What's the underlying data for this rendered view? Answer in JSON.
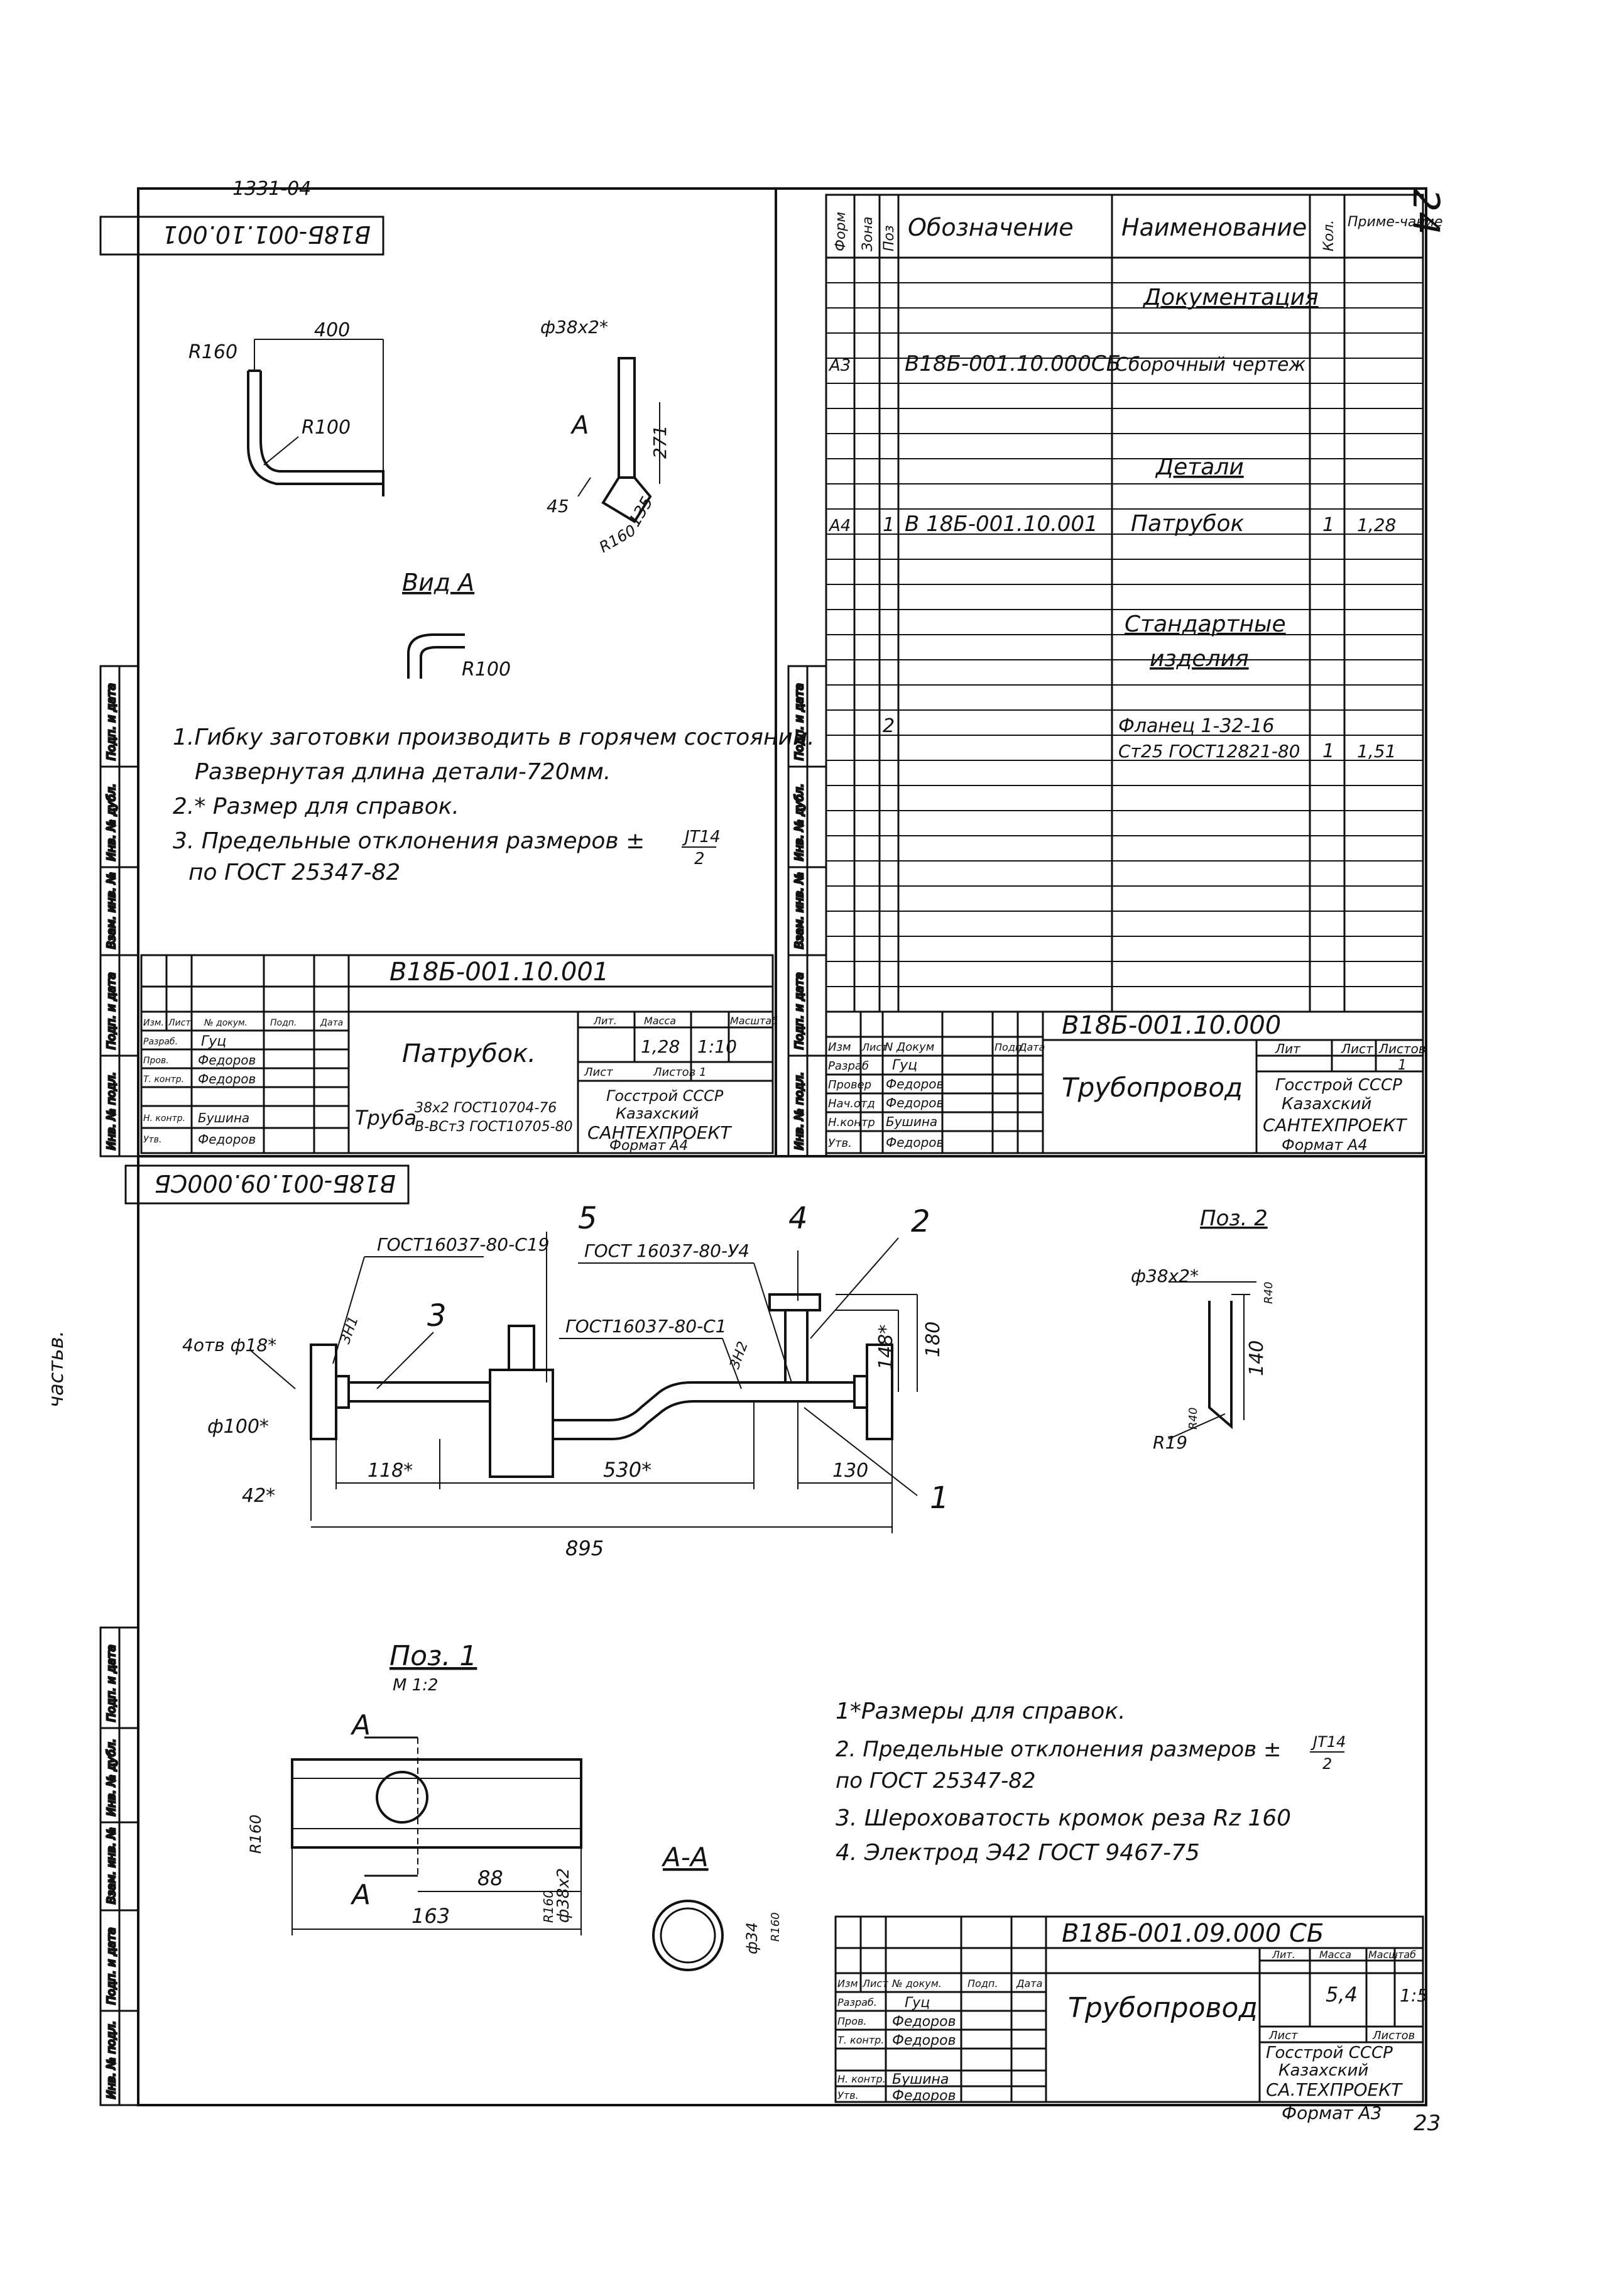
{
  "page_marks": {
    "top_right": "24",
    "bottom_right": "23",
    "left_margin": "частьв."
  },
  "drawing1": {
    "code_rotated": "В18Б-001.10.001",
    "top_code": "1331-04",
    "dims": {
      "d400": "400",
      "r160_top": "R160",
      "r100": "R100",
      "pipe_d": "ф38х2*",
      "h271": "271",
      "h135": "135",
      "a45": "45",
      "r160_b": "R160",
      "view_a_label": "А"
    },
    "view_a_title": "Вид А",
    "view_a_r100": "R100",
    "notes": [
      "1.Гибку заготовки производить в горячем состоянии.",
      "Развернутая длина детали-720мм.",
      "2.* Размер для справок.",
      "3. Предельные отклонения размеров ±",
      "по ГОСТ 25347-82"
    ],
    "tol_num": "JT14",
    "tol_den": "2",
    "title_block": {
      "designation": "В18Б-001.10.001",
      "name": "Патрубок.",
      "material_1": "Труба",
      "material_2": "38х2 ГОСТ10704-76",
      "material_3": "В-ВСт3 ГОСТ10705-80",
      "org1": "Госстрой СССР",
      "org2": "Казахский",
      "org3": "САНТЕХПРОЕКТ",
      "lit_h": "Лит.",
      "mass_h": "Масса",
      "scale_h": "Масштаб",
      "mass": "1,28",
      "scale": "1:10",
      "sheet_h": "Лист",
      "sheets_h": "Листов 1",
      "rows": [
        [
          "Изм.",
          "Лист",
          "№ докум.",
          "Подп.",
          "Дата"
        ],
        [
          "Разраб.",
          "Гуц",
          "",
          "",
          ""
        ],
        [
          "Пров.",
          "Федоров",
          "",
          "",
          ""
        ],
        [
          "Т. контр.",
          "Федоров",
          "",
          "",
          ""
        ],
        [
          "",
          "",
          "",
          "",
          ""
        ],
        [
          "Н. контр.",
          "Бушина",
          "",
          "",
          ""
        ],
        [
          "Утв.",
          "Федоров",
          "",
          "",
          ""
        ]
      ],
      "format": "Формат А4"
    }
  },
  "spec": {
    "headers": [
      "Форм",
      "Зона",
      "Поз",
      "Обозначение",
      "Наименование",
      "Кол.",
      "Приме-чание"
    ],
    "rows": [
      {
        "fmt": "",
        "zone": "",
        "pos": "",
        "designation": "",
        "name": "Документация",
        "qty": "",
        "note": ""
      },
      {
        "fmt": "А3",
        "zone": "",
        "pos": "",
        "designation": "В18Б-001.10.000СБ",
        "name": "Сборочный чертеж",
        "qty": "",
        "note": ""
      },
      {
        "fmt": "",
        "zone": "",
        "pos": "",
        "designation": "",
        "name": "Детали",
        "qty": "",
        "note": ""
      },
      {
        "fmt": "А4",
        "zone": "",
        "pos": "1",
        "designation": "В 18Б-001.10.001",
        "name": "Патрубок",
        "qty": "1",
        "note": "1,28"
      },
      {
        "fmt": "",
        "zone": "",
        "pos": "",
        "designation": "",
        "name": "Стандартные",
        "qty": "",
        "note": ""
      },
      {
        "fmt": "",
        "zone": "",
        "pos": "",
        "designation": "",
        "name": "изделия",
        "qty": "",
        "note": ""
      },
      {
        "fmt": "",
        "zone": "",
        "pos": "2",
        "designation": "",
        "name": "Фланец 1-32-16",
        "qty": "",
        "note": ""
      },
      {
        "fmt": "",
        "zone": "",
        "pos": "",
        "designation": "",
        "name": "Ст25 ГОСТ12821-80",
        "qty": "1",
        "note": "1,51"
      }
    ],
    "title_block": {
      "designation": "В18Б-001.10.000",
      "name": "Трубопровод",
      "lit_h": "Лит",
      "sheet_h": "Лист",
      "sheets_h": "Листов",
      "sheets": "1",
      "org1": "Госстрой СССР",
      "org2": "Казахский",
      "org3": "САНТЕХПРОЕКТ",
      "rows": [
        [
          "Изм",
          "Лист",
          "N Докум",
          "Подп",
          "Дата"
        ],
        [
          "Разраб",
          "Гуц",
          "",
          "",
          ""
        ],
        [
          "Провер",
          "Федоров",
          "",
          "",
          ""
        ],
        [
          "Нач.отд",
          "Федоров",
          "",
          "",
          ""
        ],
        [
          "Н.контр",
          "Бушина",
          "",
          "",
          ""
        ],
        [
          "Утв.",
          "Федоров",
          "",
          "",
          ""
        ]
      ],
      "format": "Формат А4"
    }
  },
  "drawing2": {
    "code_rotated": "В18Б-001.09.000СБ",
    "labels": {
      "gost1": "ГОСТ16037-80-С19",
      "gost2": "ГОСТ 16037-80-У4",
      "gost3": "ГОСТ16037-80-С1",
      "p1": "1",
      "p2": "2",
      "p3": "3",
      "p4": "4",
      "p5": "5",
      "holes": "4отв ф18*",
      "d100": "ф100*",
      "d42": "42*",
      "d118": "118*",
      "d530": "530*",
      "d130": "130",
      "d895": "895",
      "d148": "148*",
      "d180": "180",
      "weld1": "3Н1",
      "weld2": "3Н2"
    },
    "poz2": {
      "title": "Поз. 2",
      "d": "ф38х2*",
      "h140": "140",
      "r19": "R19",
      "r_a": "R40",
      "r_b": "R40"
    },
    "poz1": {
      "title": "Поз. 1",
      "scale": "М 1:2",
      "d88": "88",
      "d163": "163",
      "d38": "ф38х2",
      "r160": "R160",
      "r160b": "R160",
      "section_a": "А",
      "aa": "А-А",
      "d34": "ф34",
      "r160c": "R160"
    },
    "notes": [
      "1*Размеры для справок.",
      "2. Предельные отклонения размеров ±",
      "по ГОСТ 25347-82",
      "3. Шероховатость кромок реза  Rz 160",
      "4. Электрод  Э42 ГОСТ 9467-75"
    ],
    "tol_num": "JT14",
    "tol_den": "2",
    "title_block": {
      "designation": "В18Б-001.09.000 СБ",
      "name": "Трубопровод",
      "lit_h": "Лит.",
      "mass_h": "Масса",
      "scale_h": "Масштаб",
      "mass": "5,4",
      "scale": "1:5",
      "sheet_h": "Лист",
      "sheets_h": "Листов",
      "org1": "Госстрой СССР",
      "org2": "Казахский",
      "org3": "СА.ТЕХПРОЕКТ",
      "rows": [
        [
          "Изм",
          "Лист",
          "№ докум.",
          "Подп.",
          "Дата"
        ],
        [
          "Разраб.",
          "Гуц",
          "",
          "",
          ""
        ],
        [
          "Пров.",
          "Федоров",
          "",
          "",
          ""
        ],
        [
          "Т. контр.",
          "Федоров",
          "",
          "",
          ""
        ],
        [
          "",
          "",
          "",
          "",
          ""
        ],
        [
          "Н. контр.",
          "Бушина",
          "",
          "",
          ""
        ],
        [
          "Утв.",
          "Федоров",
          "",
          "",
          ""
        ]
      ],
      "format": "Формат А3"
    }
  },
  "side_strip": [
    "Инв. № подл.",
    "Подп. и дата",
    "Взам. инв. №",
    "Инв. № дубл.",
    "Подп. и дата"
  ]
}
